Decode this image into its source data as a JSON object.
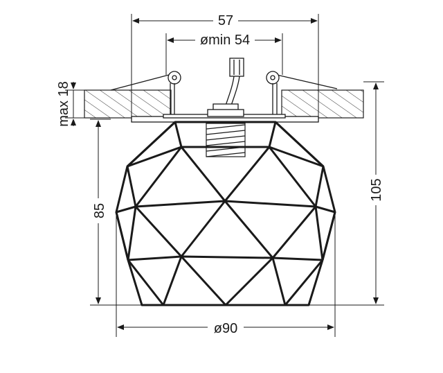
{
  "dimensions": {
    "top_width": "57",
    "cutout_min": "ømin 54",
    "ceiling_max": "max 18",
    "total_height": "105",
    "body_height": "85",
    "diameter": "ø90"
  }
}
